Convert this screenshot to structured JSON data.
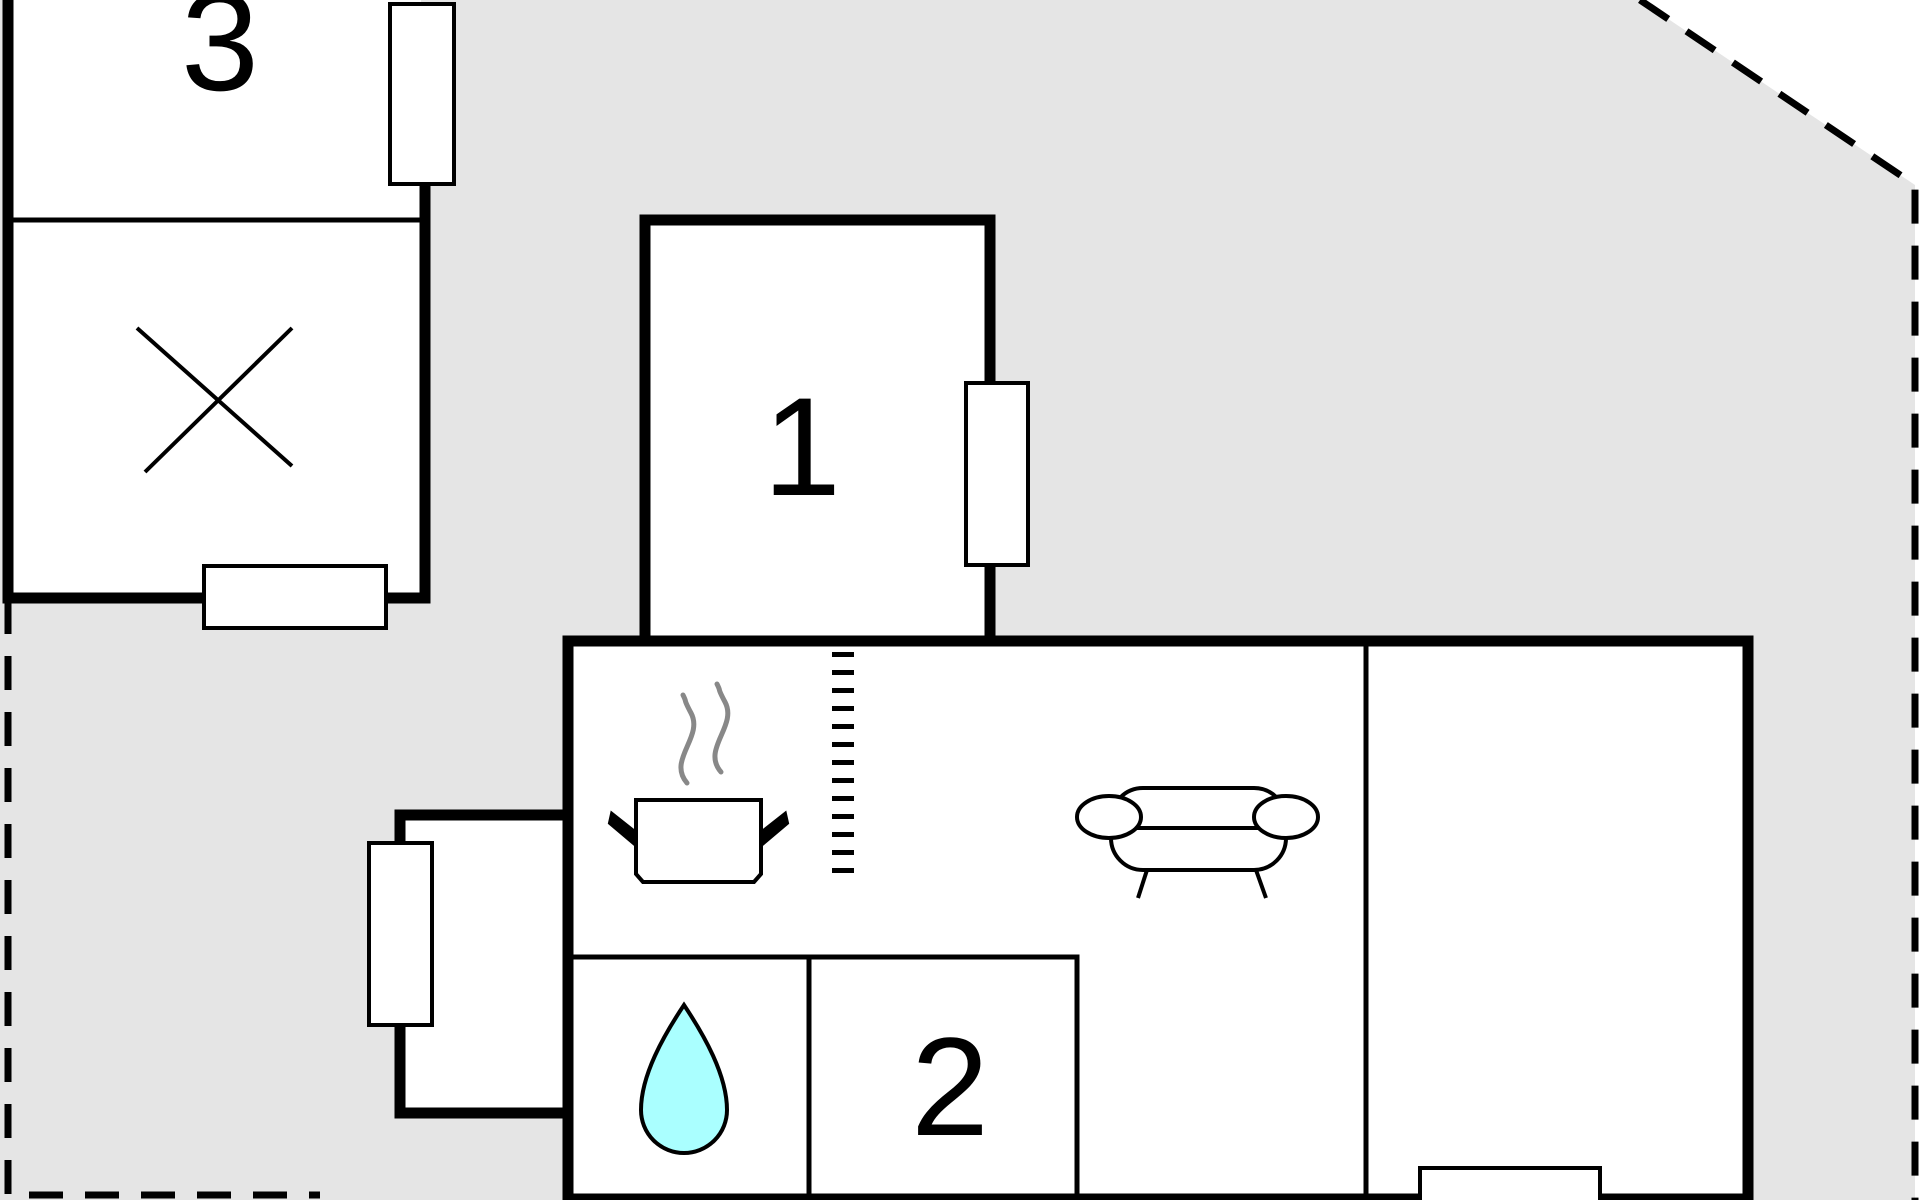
{
  "rooms": {
    "bedroom_1": {
      "label": "1"
    },
    "bedroom_2": {
      "label": "2"
    },
    "bedroom_3": {
      "label": "3"
    }
  },
  "icons": {
    "kitchen": "cooking-pot-icon",
    "living": "sofa-icon",
    "bathroom": "water-drop-icon",
    "storage": "x-cross-icon"
  },
  "colors": {
    "outdoor_area": "#e5e5e5",
    "room_fill": "#ffffff",
    "walls": "#000000",
    "water_drop": "#aaffff",
    "steam": "#888888"
  }
}
